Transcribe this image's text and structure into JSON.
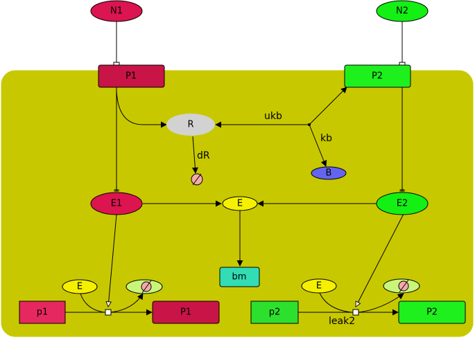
{
  "colors": {
    "crimson": "#dc1450",
    "crimson_box": "#c81446",
    "crimson_light": "#e62860",
    "green": "#14f014",
    "green_box": "#1ef01e",
    "green_mid": "#2de02d",
    "yellow": "#f5f000",
    "membrane": "#c8c800",
    "grey": "#d2d2d2",
    "blue": "#6464f0",
    "teal": "#32dcb4",
    "sink_pink": "#f5aaaa",
    "sink_green": "#c8f57a"
  },
  "nodes": {
    "n1": "N1",
    "n2": "N2",
    "p1_membrane": "P1",
    "p2_membrane": "P2",
    "r": "R",
    "b": "B",
    "e1": "E1",
    "e_center": "E",
    "e2": "E2",
    "bm": "bm",
    "p1_small": "p1",
    "p1_product": "P1",
    "e_left_modifier": "E",
    "p2_small": "p2",
    "p2_product": "P2",
    "e_right_modifier": "E"
  },
  "edge_labels": {
    "ukb": "ukb",
    "kb": "kb",
    "dr": "dR",
    "leak2": "leak2"
  }
}
